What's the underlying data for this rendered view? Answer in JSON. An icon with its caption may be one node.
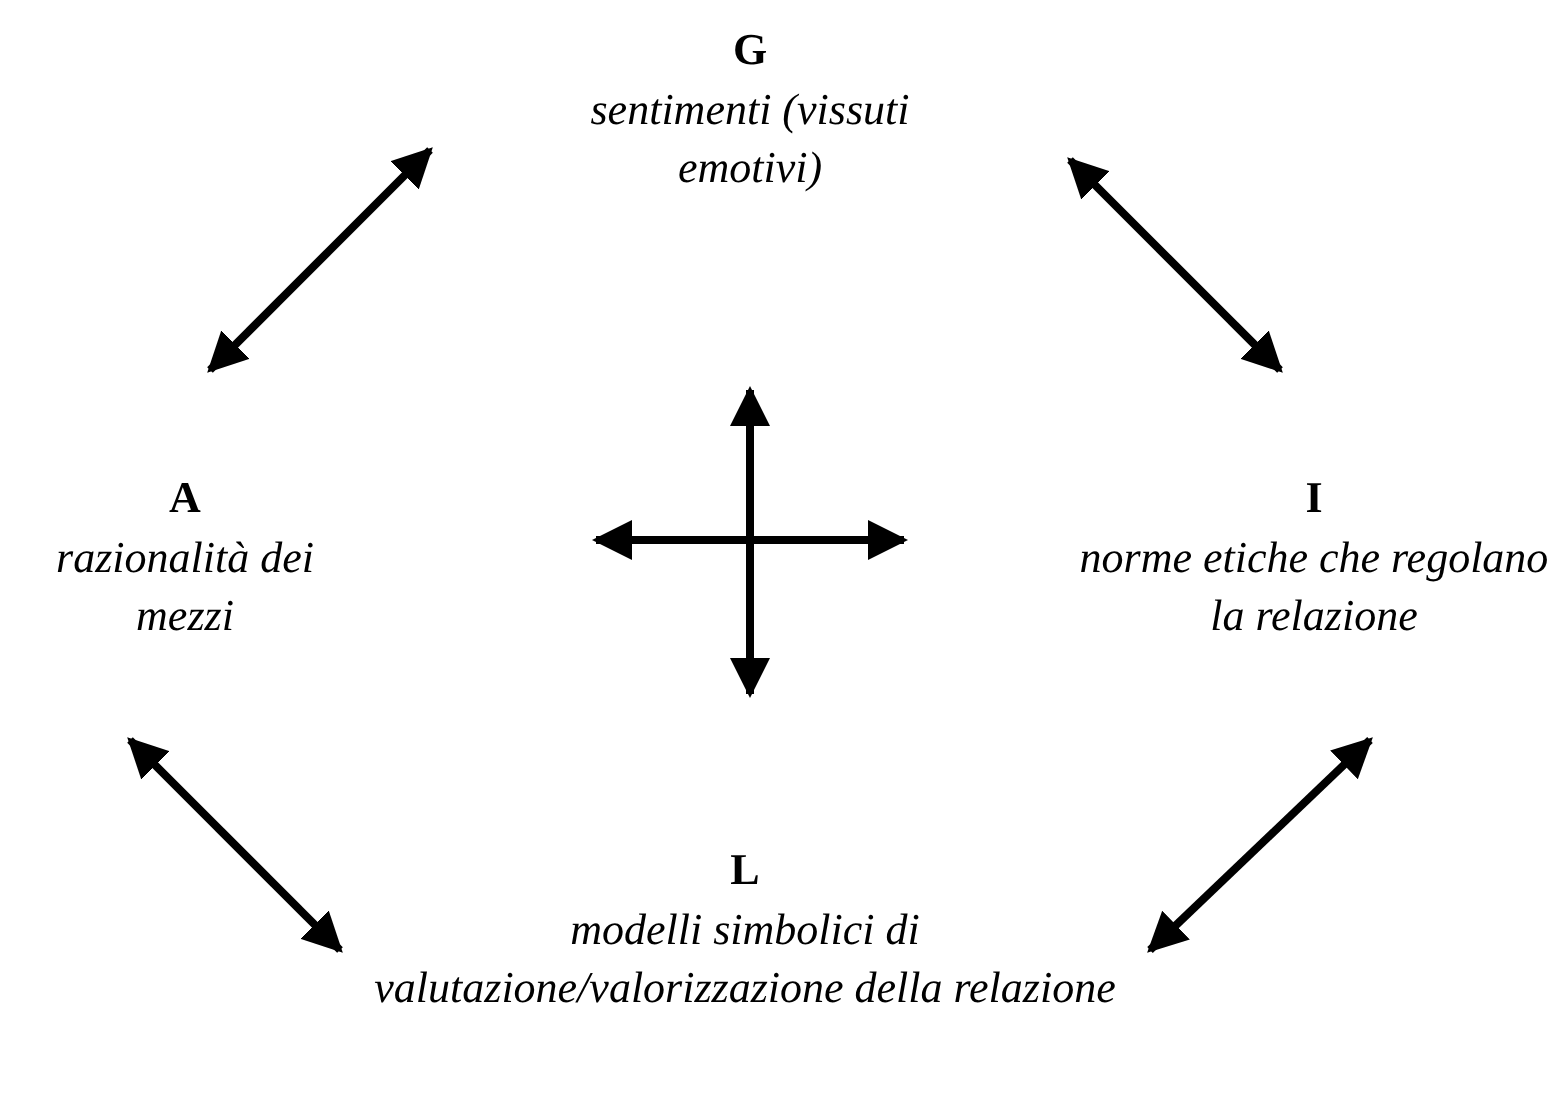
{
  "diagram": {
    "nodes": [
      {
        "text": [
          "G",
          "sentimenti (vissuti emotivi)"
        ]
      },
      {
        "text": [
          "A",
          "razionalità dei mezzi"
        ]
      },
      {
        "text": [
          "I",
          "norme etiche che regolano la relazione"
        ]
      },
      {
        "text": [
          "L",
          "modelli simbolici di valutazione/valorizzazione della relazione"
        ]
      }
    ],
    "edges": [
      {
        "from": 0,
        "to": 1,
        "arrow": "both"
      },
      {
        "from": 0,
        "to": 2,
        "arrow": "both"
      },
      {
        "from": 1,
        "to": 3,
        "arrow": "both"
      },
      {
        "from": 2,
        "to": 3,
        "arrow": "both"
      }
    ]
  }
}
